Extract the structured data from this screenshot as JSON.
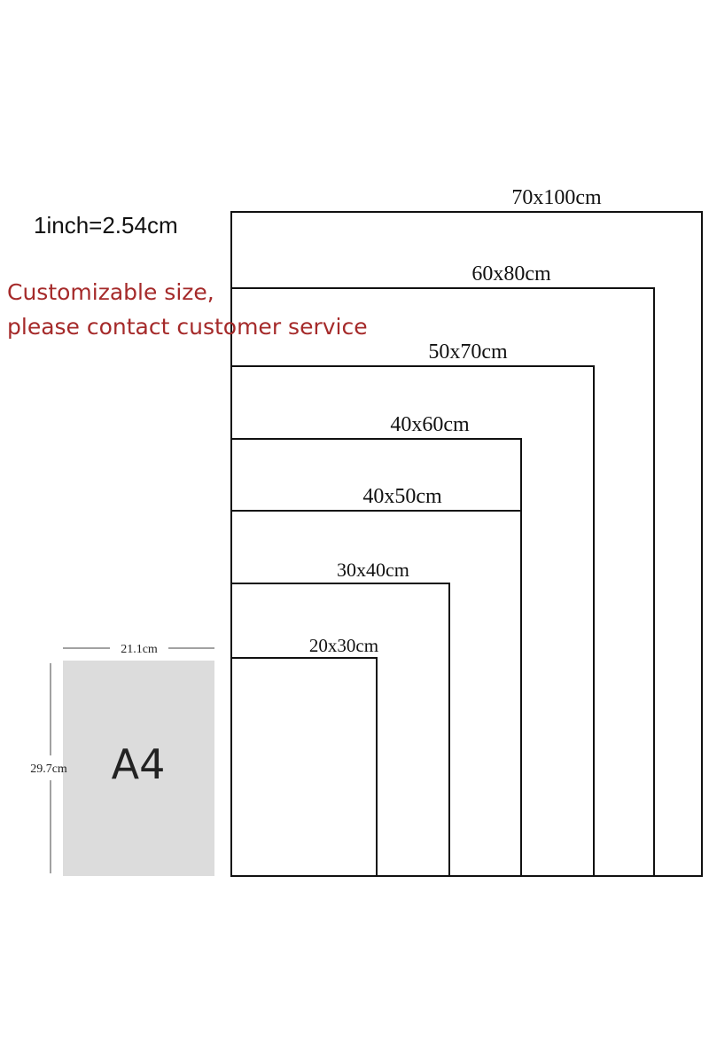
{
  "conversion_note": "1inch=2.54cm",
  "custom_note": {
    "line1": "Customizable size,",
    "line2": "please contact customer service"
  },
  "sizes": [
    {
      "label": "70x100cm"
    },
    {
      "label": "60x80cm"
    },
    {
      "label": "50x70cm"
    },
    {
      "label": "40x60cm"
    },
    {
      "label": "40x50cm"
    },
    {
      "label": "30x40cm"
    },
    {
      "label": "20x30cm"
    }
  ],
  "a4": {
    "label": "A4",
    "width_label": "21.1cm",
    "height_label": "29.7cm"
  },
  "colors": {
    "custom_text": "#a52a2a",
    "a4_fill": "#dcdcdc",
    "frame_stroke": "#111111"
  }
}
